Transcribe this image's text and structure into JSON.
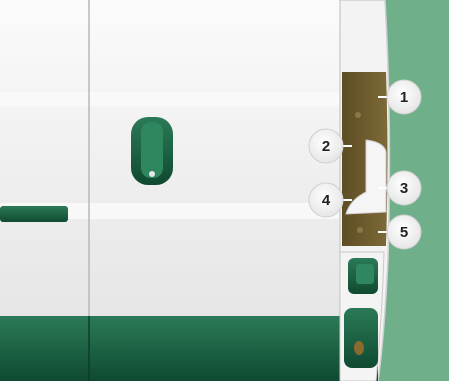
{
  "figure": {
    "colors": {
      "background_green": "#6fb08a",
      "van_body": "#f1f1f1",
      "van_trim_green": "#1f6a4a",
      "door_edge": "#d6d6d6",
      "recess_brown": "#6d5a2d",
      "callout_fill": "#ffffff"
    },
    "callouts": [
      {
        "number": "1"
      },
      {
        "number": "2"
      },
      {
        "number": "3"
      },
      {
        "number": "4"
      },
      {
        "number": "5"
      }
    ]
  }
}
